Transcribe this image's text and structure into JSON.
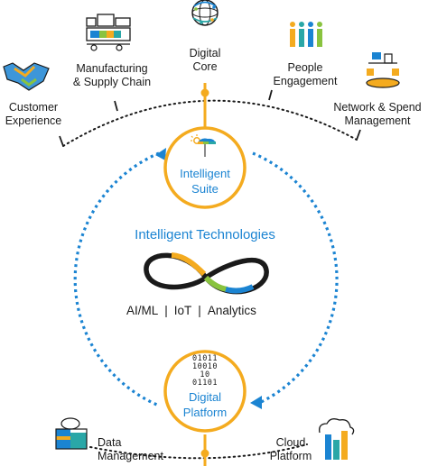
{
  "capabilities": {
    "customer_experience": "Customer\nExperience",
    "manufacturing_supply_chain": "Manufacturing\n& Supply Chain",
    "digital_core": "Digital\nCore",
    "people_engagement": "People\nEngagement",
    "network_spend_management": "Network & Spend\nManagement"
  },
  "hubs": {
    "intelligent_suite": "Intelligent\nSuite",
    "digital_platform": "Digital\nPlatform",
    "binary_lines": [
      "01011",
      "10010",
      "10",
      "01101"
    ]
  },
  "center": {
    "title": "Intelligent Technologies",
    "technologies": [
      "AI/ML",
      "IoT",
      "Analytics"
    ],
    "separator": "|"
  },
  "platform_items": {
    "data_management": "Data\nManagement",
    "cloud_platform": "Cloud\nPlatform"
  },
  "colors": {
    "accent_orange": "#f4ab1f",
    "accent_blue": "#1b84d2",
    "green": "#89c33f",
    "teal": "#2aa7a7",
    "dark": "#1a1a1a"
  }
}
